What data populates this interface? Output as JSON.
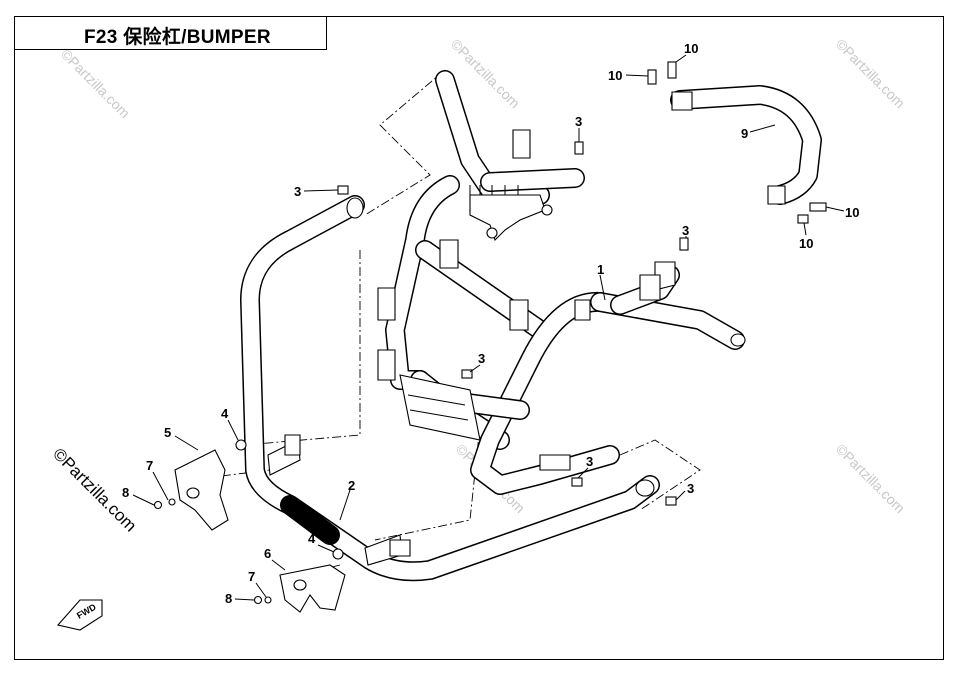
{
  "title": "F23 保险杠/BUMPER",
  "watermark": "©Partzilla.com",
  "fwd_label": "FWD",
  "callouts": {
    "c1": "1",
    "c2": "2",
    "c3a": "3",
    "c3b": "3",
    "c3c": "3",
    "c3d": "3",
    "c3e": "3",
    "c3f": "3",
    "c4a": "4",
    "c4b": "4",
    "c5": "5",
    "c6": "6",
    "c7a": "7",
    "c7b": "7",
    "c8a": "8",
    "c8b": "8",
    "c9": "9",
    "c10a": "10",
    "c10b": "10",
    "c10c": "10",
    "c10d": "10"
  }
}
